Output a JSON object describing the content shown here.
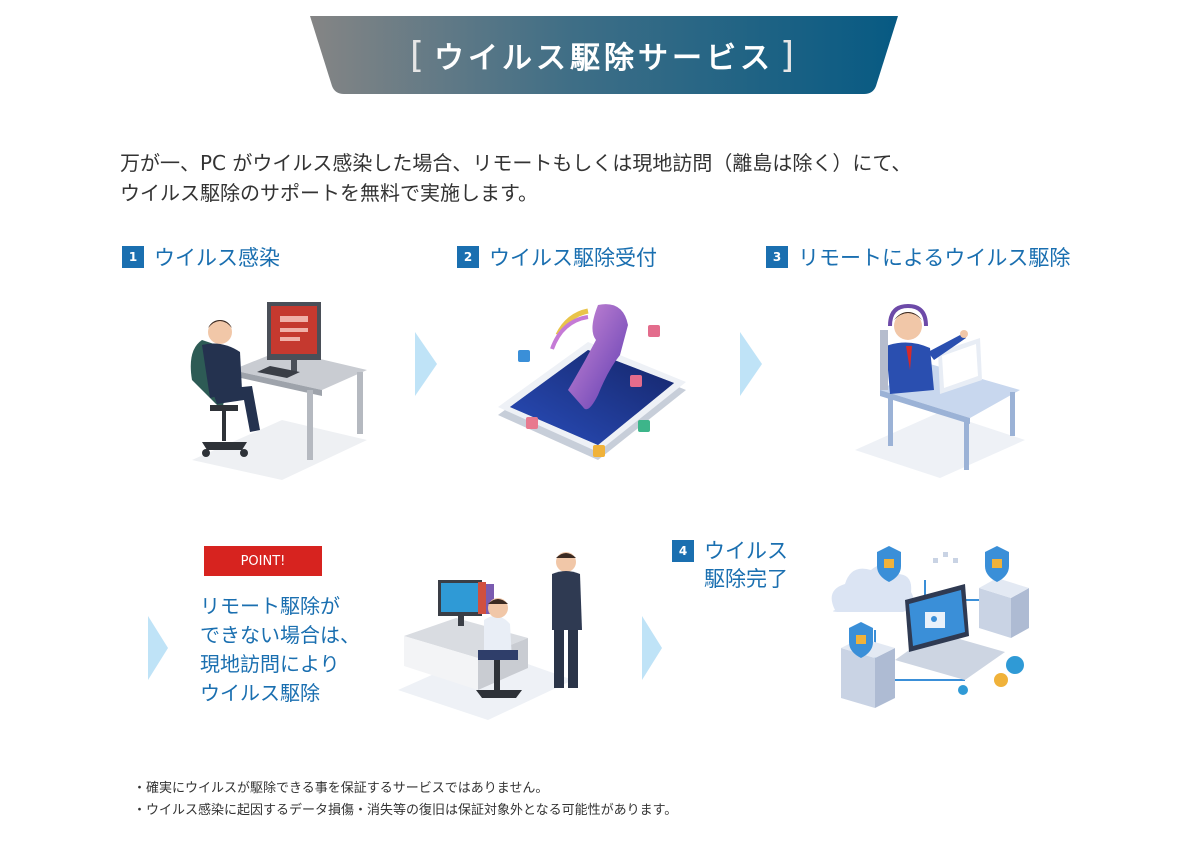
{
  "banner": {
    "bracket_left": "[",
    "title": "ウイルス駆除サービス",
    "bracket_right": "]",
    "colors": {
      "left": "#7d7d7d",
      "right": "#0b5f86"
    }
  },
  "intro": {
    "line1": "万が一、PC がウイルス感染した場合、リモートもしくは現地訪問（離島は除く）にて、",
    "line2": "ウイルス駆除のサポートを無料で実施します。"
  },
  "steps": [
    {
      "num": "1",
      "label": "ウイルス感染"
    },
    {
      "num": "2",
      "label": "ウイルス駆除受付"
    },
    {
      "num": "3",
      "label": "リモートによるウイルス駆除"
    },
    {
      "num": "4",
      "label_line1": "ウイルス",
      "label_line2": "駆除完了"
    }
  ],
  "point": {
    "badge": "POINT!",
    "lines": [
      "リモート駆除が",
      "できない場合は、",
      "現地訪問により",
      "ウイルス駆除"
    ]
  },
  "notes": [
    "・確実にウイルスが駆除できる事を保証するサービスではありません。",
    "・ウイルス感染に起因するデータ損傷・消失等の復旧は保証対象外となる可能性があります。"
  ],
  "colors": {
    "accent": "#1a6fb0",
    "point": "#d7231f",
    "arrow": "#bfe3f7"
  }
}
